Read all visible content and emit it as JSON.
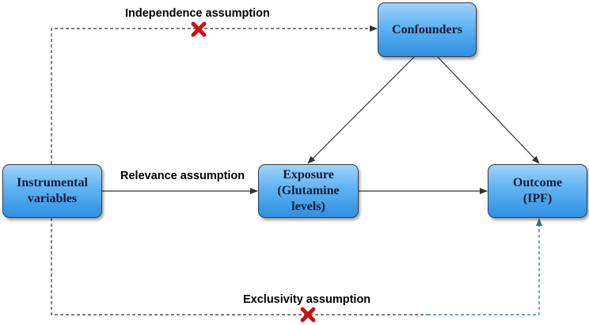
{
  "nodes": {
    "instrumental": {
      "line1": "Instrumental",
      "line2": "variables"
    },
    "exposure": {
      "line1": "Exposure",
      "line2": "(Glutamine",
      "line3": "levels)"
    },
    "confounders": {
      "line1": "Confounders"
    },
    "outcome": {
      "line1": "Outcome",
      "line2": "(IPF)"
    }
  },
  "assumptions": {
    "independence": "Independence assumption",
    "relevance": "Relevance assumption",
    "exclusivity": "Exclusivity assumption"
  },
  "colors": {
    "node_top": "#9fd3fb",
    "node_bottom": "#2f8fe0",
    "arrow": "#333333",
    "exclusivity_arrow": "#2b6f99",
    "cross": "#cc1111"
  },
  "icons": {
    "violation": "cross-icon"
  }
}
